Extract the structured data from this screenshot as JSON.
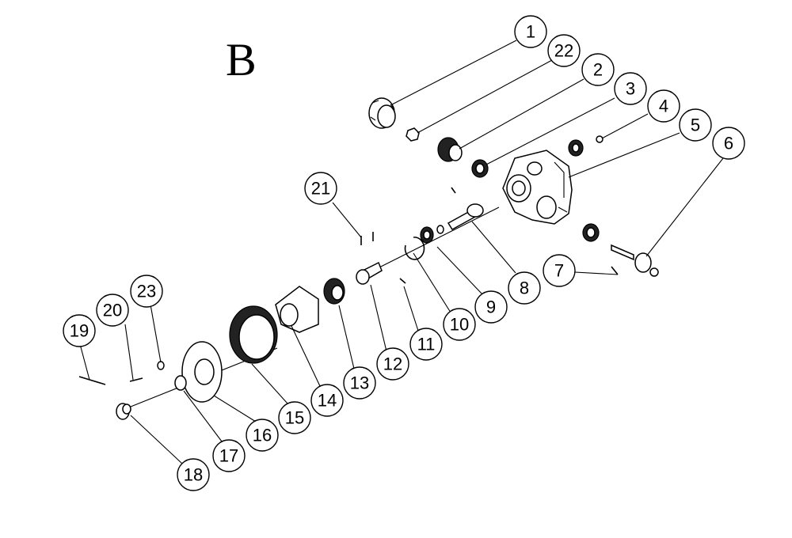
{
  "diagram": {
    "title": "B",
    "callouts": [
      "1",
      "22",
      "2",
      "3",
      "4",
      "5",
      "6",
      "7",
      "8",
      "9",
      "10",
      "11",
      "12",
      "13",
      "14",
      "15",
      "16",
      "17",
      "18",
      "19",
      "20",
      "23",
      "21"
    ]
  }
}
